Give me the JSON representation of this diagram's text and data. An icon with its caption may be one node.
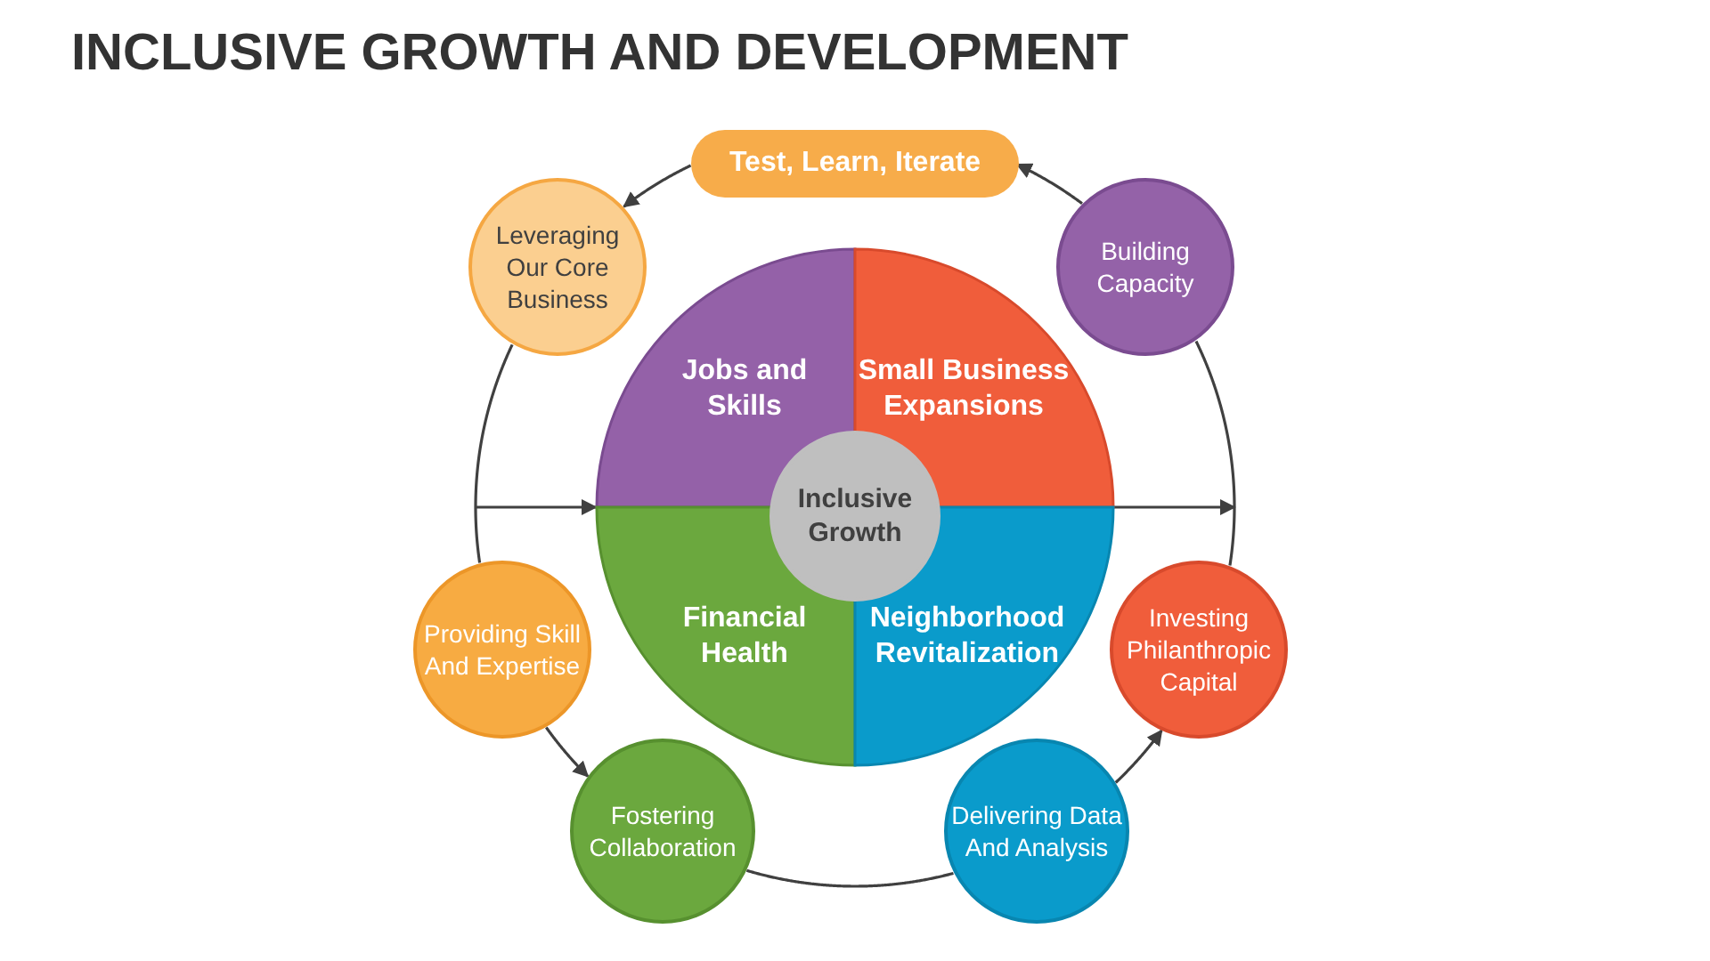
{
  "diagram": {
    "title": "INCLUSIVE GROWTH AND DEVELOPMENT",
    "nodes": [
      {
        "text": [
          "Test, Learn, Iterate"
        ]
      },
      {
        "text": [
          "Leveraging Our Core Business"
        ]
      },
      {
        "text": [
          "Building Capacity"
        ]
      },
      {
        "text": [
          "Jobs and Skills"
        ]
      },
      {
        "text": [
          "Small Business Expansions"
        ]
      },
      {
        "text": [
          "Financial Health"
        ]
      },
      {
        "text": [
          "Neighborhood Revitalization"
        ]
      },
      {
        "text": [
          "Inclusive Growth"
        ]
      },
      {
        "text": [
          "Providing Skill And Expertise"
        ]
      },
      {
        "text": [
          "Investing Philanthropic Capital"
        ]
      },
      {
        "text": [
          "Fostering Collaboration"
        ]
      },
      {
        "text": [
          "Delivering Data And Analysis"
        ]
      }
    ],
    "edges": [
      {
        "from": 2,
        "to": 0,
        "arrow": "to"
      },
      {
        "from": 0,
        "to": 1,
        "arrow": "to"
      },
      {
        "from": 1,
        "to": 8,
        "arrow": "none"
      },
      {
        "from": 8,
        "to": 10,
        "arrow": "to"
      },
      {
        "from": 10,
        "to": 11,
        "arrow": "none"
      },
      {
        "from": 11,
        "to": 9,
        "arrow": "to"
      },
      {
        "from": 9,
        "to": 2,
        "arrow": "none"
      },
      {
        "from": null,
        "to": 3,
        "arrow": "to"
      },
      {
        "from": 6,
        "to": null,
        "arrow": "to"
      }
    ]
  }
}
